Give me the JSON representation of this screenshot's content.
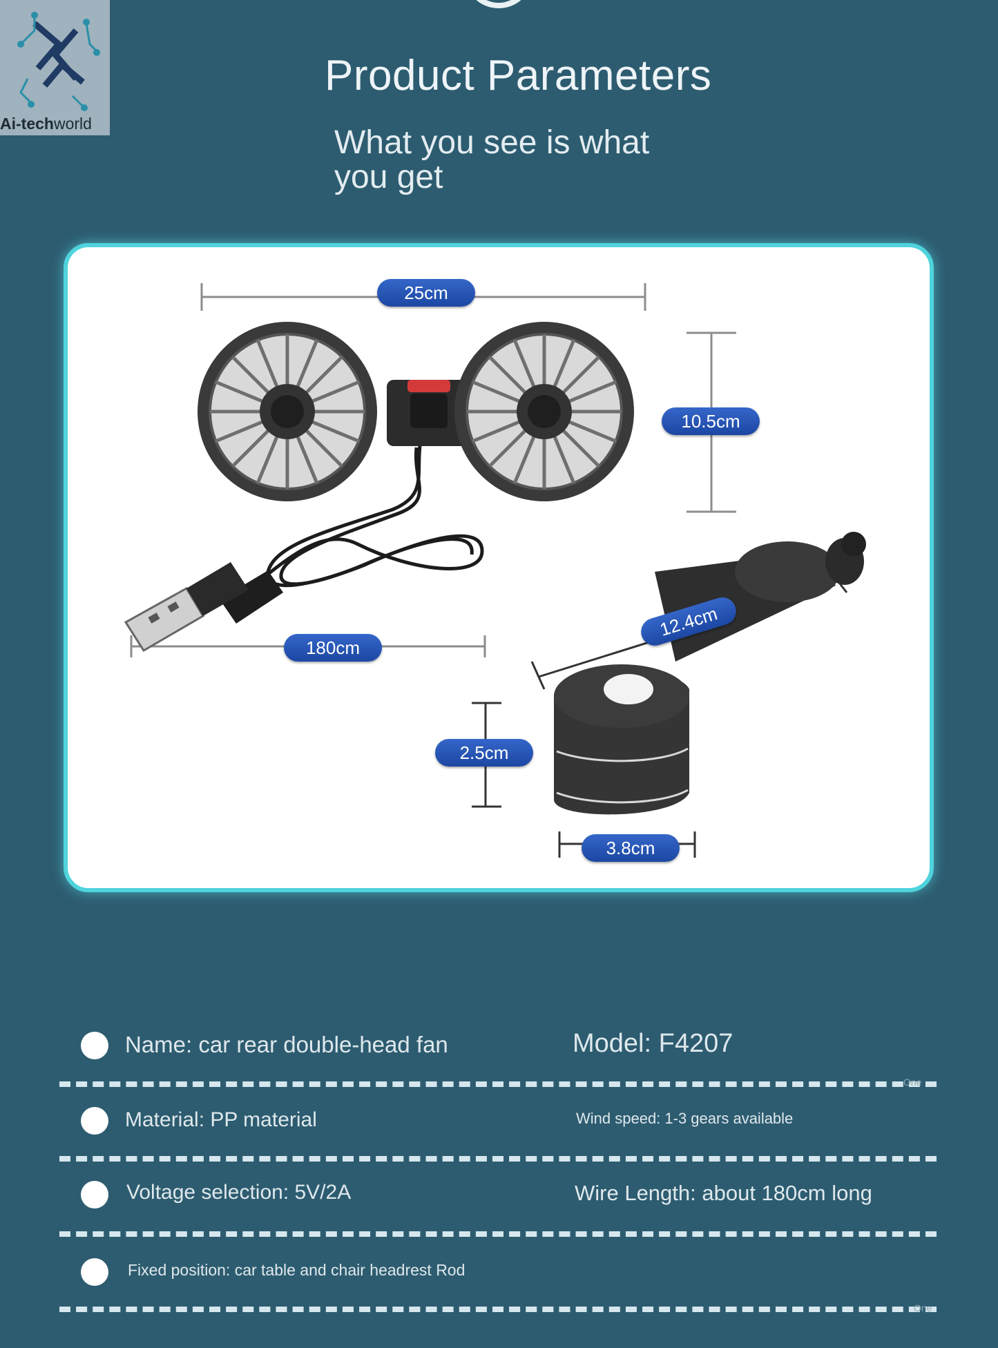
{
  "header": {
    "title": "Product Parameters",
    "subtitle": "What you see is what you get"
  },
  "logo": {
    "brand_bold": "Ai-tech",
    "brand_light": "world"
  },
  "diagram": {
    "dimensions": {
      "fan_width": "25cm",
      "fan_height": "10.5cm",
      "cable_length": "180cm",
      "hook_length": "12.4cm",
      "hook_height": "2.5cm",
      "hook_width": "3.8cm"
    }
  },
  "specs": {
    "name": "Name: car rear double-head fan",
    "model": "Model: F4207",
    "material": "Material: PP material",
    "wind_speed": "Wind speed: 1-3 gears available",
    "voltage": "Voltage selection: 5V/2A",
    "wire_length": "Wire Length: about 180cm long",
    "fixed_position": "Fixed position: car table and chair headrest Rod",
    "note_1": "One",
    "note_2": "One"
  },
  "colors": {
    "background": "#2d5c70",
    "card_border": "#4fd3dc",
    "label_blue": "#2456b8"
  }
}
